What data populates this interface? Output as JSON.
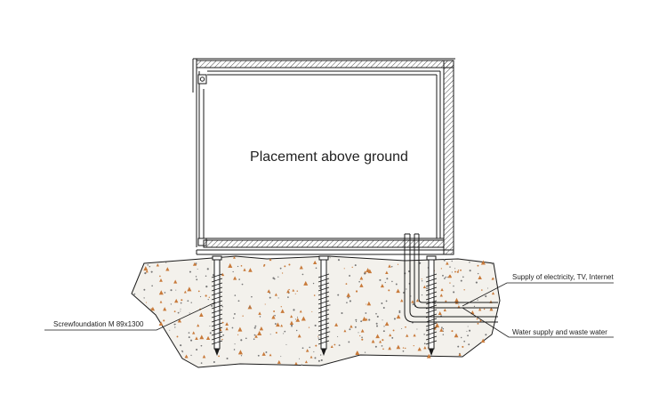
{
  "diagram": {
    "title": "Placement above ground",
    "labels": {
      "screw_foundation": "Screwfoundation M 89x1300",
      "supply": "Supply of electricity, TV, Internet",
      "water": "Water supply and waste water"
    },
    "colors": {
      "line": "#1a1a1a",
      "soil_fill": "#f3f1ec",
      "speck_orange": "#c87a3a",
      "speck_grey": "#777777"
    }
  }
}
